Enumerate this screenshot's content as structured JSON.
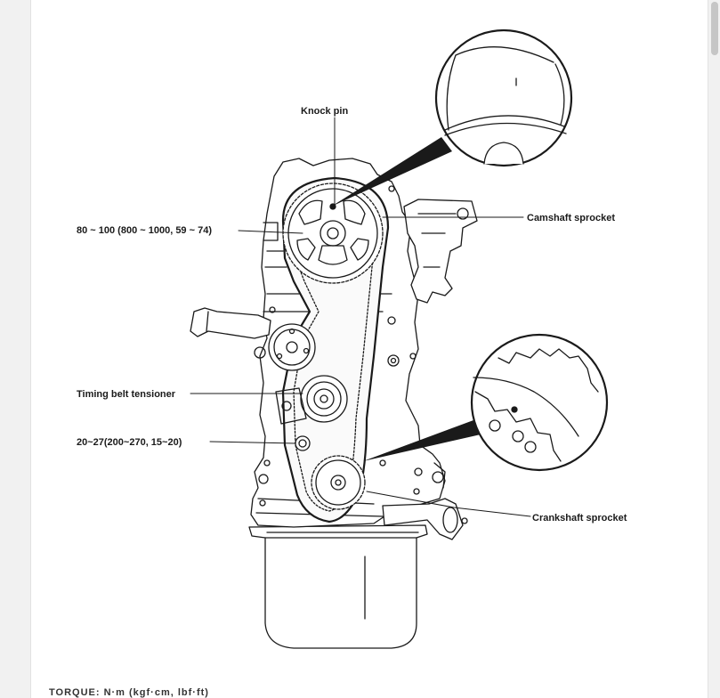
{
  "diagram": {
    "labels": {
      "knock_pin": "Knock pin",
      "torque_camshaft": "80 ~ 100 (800 ~ 1000, 59 ~ 74)",
      "camshaft_sprocket": "Camshaft sprocket",
      "timing_belt_tensioner": "Timing belt tensioner",
      "torque_tensioner": "20~27(200~270, 15~20)",
      "crankshaft_sprocket": "Crankshaft sprocket"
    }
  },
  "footer": {
    "text": "TORQUE: N·m (kgf·cm, lbf·ft)"
  },
  "colors": {
    "ink": "#1a1a1a",
    "page": "#ffffff",
    "gutter": "#f1f1f1"
  }
}
